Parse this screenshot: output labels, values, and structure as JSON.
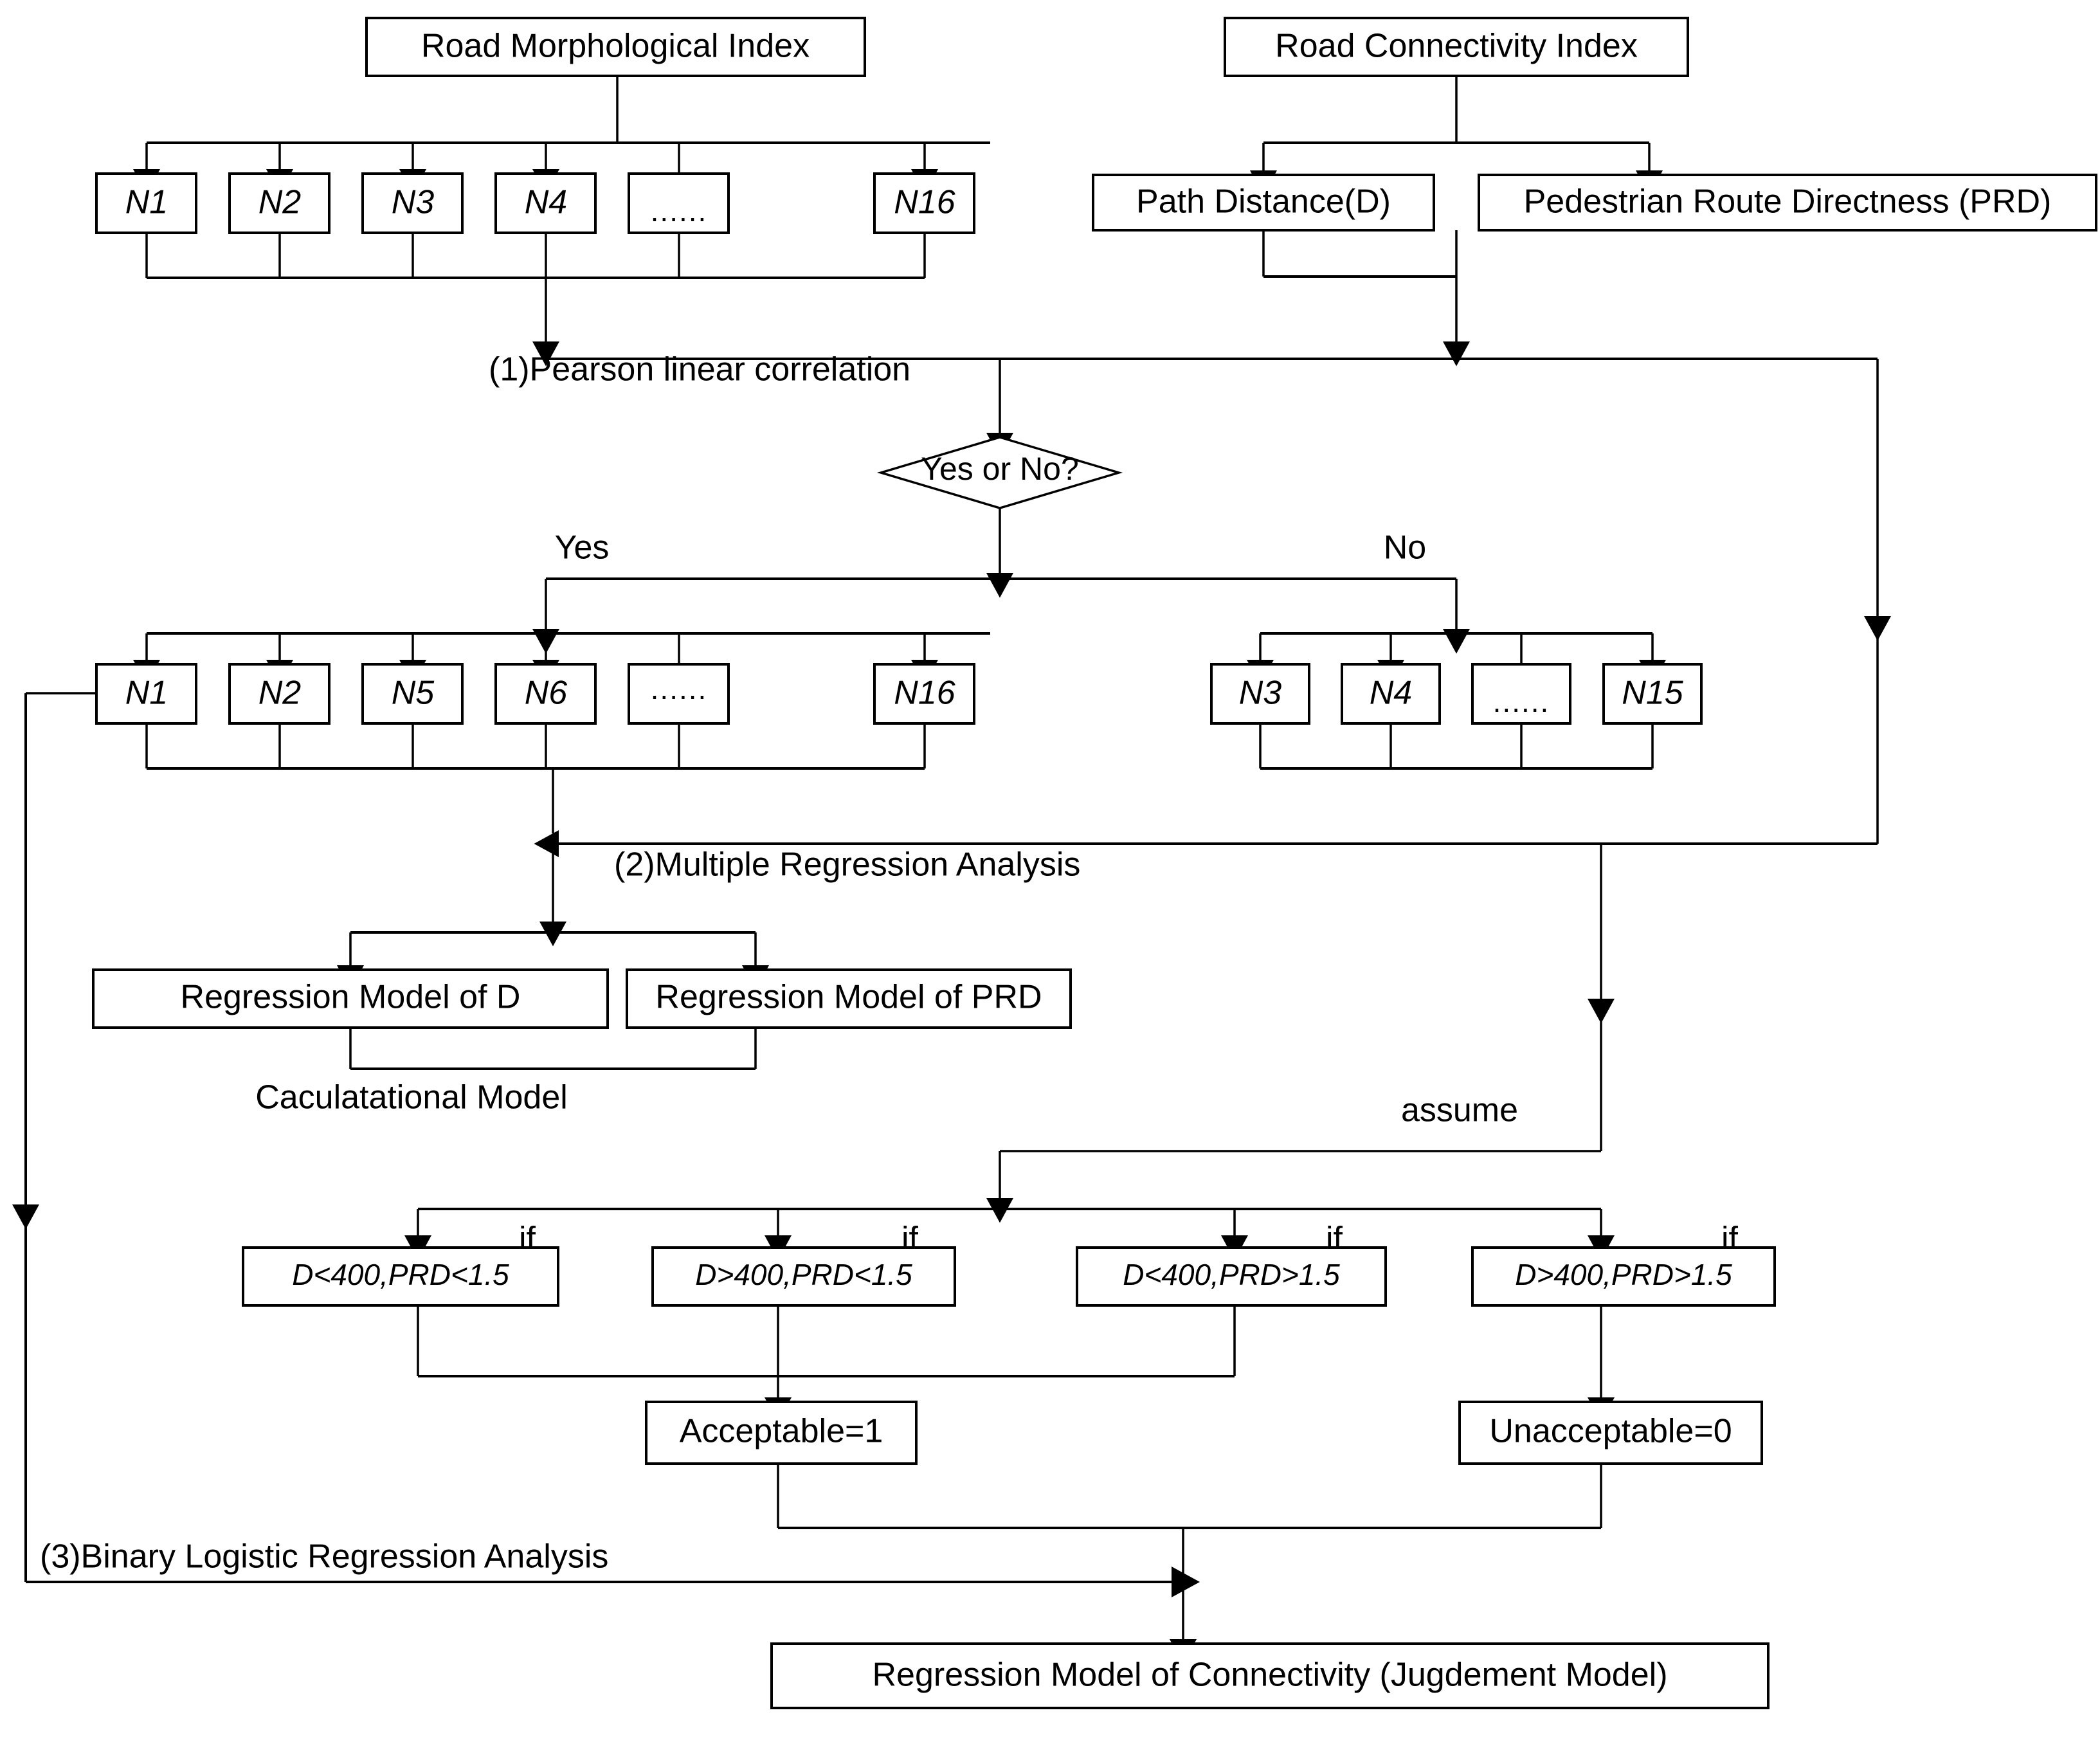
{
  "diagram": {
    "title": "Road connectivity analysis flowchart",
    "type": "flowchart",
    "stroke_color": "#000000",
    "fill_color": "#ffffff"
  },
  "nodes": {
    "morphological_index": "Road Morphological Index",
    "connectivity_index": "Road Connectivity Index",
    "path_distance": "Path Distance(D)",
    "prd": "Pedestrian Route Directness (PRD)",
    "decision": "Yes or No?",
    "reg_model_d": "Regression Model of D",
    "reg_model_prd": "Regression Model of PRD",
    "acceptable": "Acceptable=1",
    "unacceptable": "Unacceptable=0",
    "final_model": "Regression Model of Connectivity (Jugdement Model)"
  },
  "n_row_top": [
    {
      "label": "N1",
      "dots": false
    },
    {
      "label": "N2",
      "dots": false
    },
    {
      "label": "N3",
      "dots": false
    },
    {
      "label": "N4",
      "dots": false
    },
    {
      "label": "......",
      "dots": true
    },
    {
      "label": "N16",
      "dots": false
    }
  ],
  "n_row_yes": [
    {
      "label": "N1",
      "dots": false
    },
    {
      "label": "N2",
      "dots": false
    },
    {
      "label": "N5",
      "dots": false
    },
    {
      "label": "N6",
      "dots": false
    },
    {
      "label": "......",
      "dots": true
    },
    {
      "label": "N16",
      "dots": false
    }
  ],
  "n_row_no": [
    {
      "label": "N3",
      "dots": false
    },
    {
      "label": "N4",
      "dots": false
    },
    {
      "label": "......",
      "dots": true
    },
    {
      "label": "N15",
      "dots": false
    }
  ],
  "conditions": [
    "D<400,PRD<1.5",
    "D>400,PRD<1.5",
    "D<400,PRD>1.5",
    "D>400,PRD>1.5"
  ],
  "edge_labels": {
    "step1": "(1)Pearson linear correlation",
    "step2": "(2)Multiple Regression Analysis",
    "step3": "(3)Binary Logistic Regression Analysis",
    "yes": "Yes",
    "no": "No",
    "assume": "assume",
    "calculational_model": "Caculatational Model",
    "if1": "if",
    "if2": "if",
    "if3": "if",
    "if4": "if"
  }
}
